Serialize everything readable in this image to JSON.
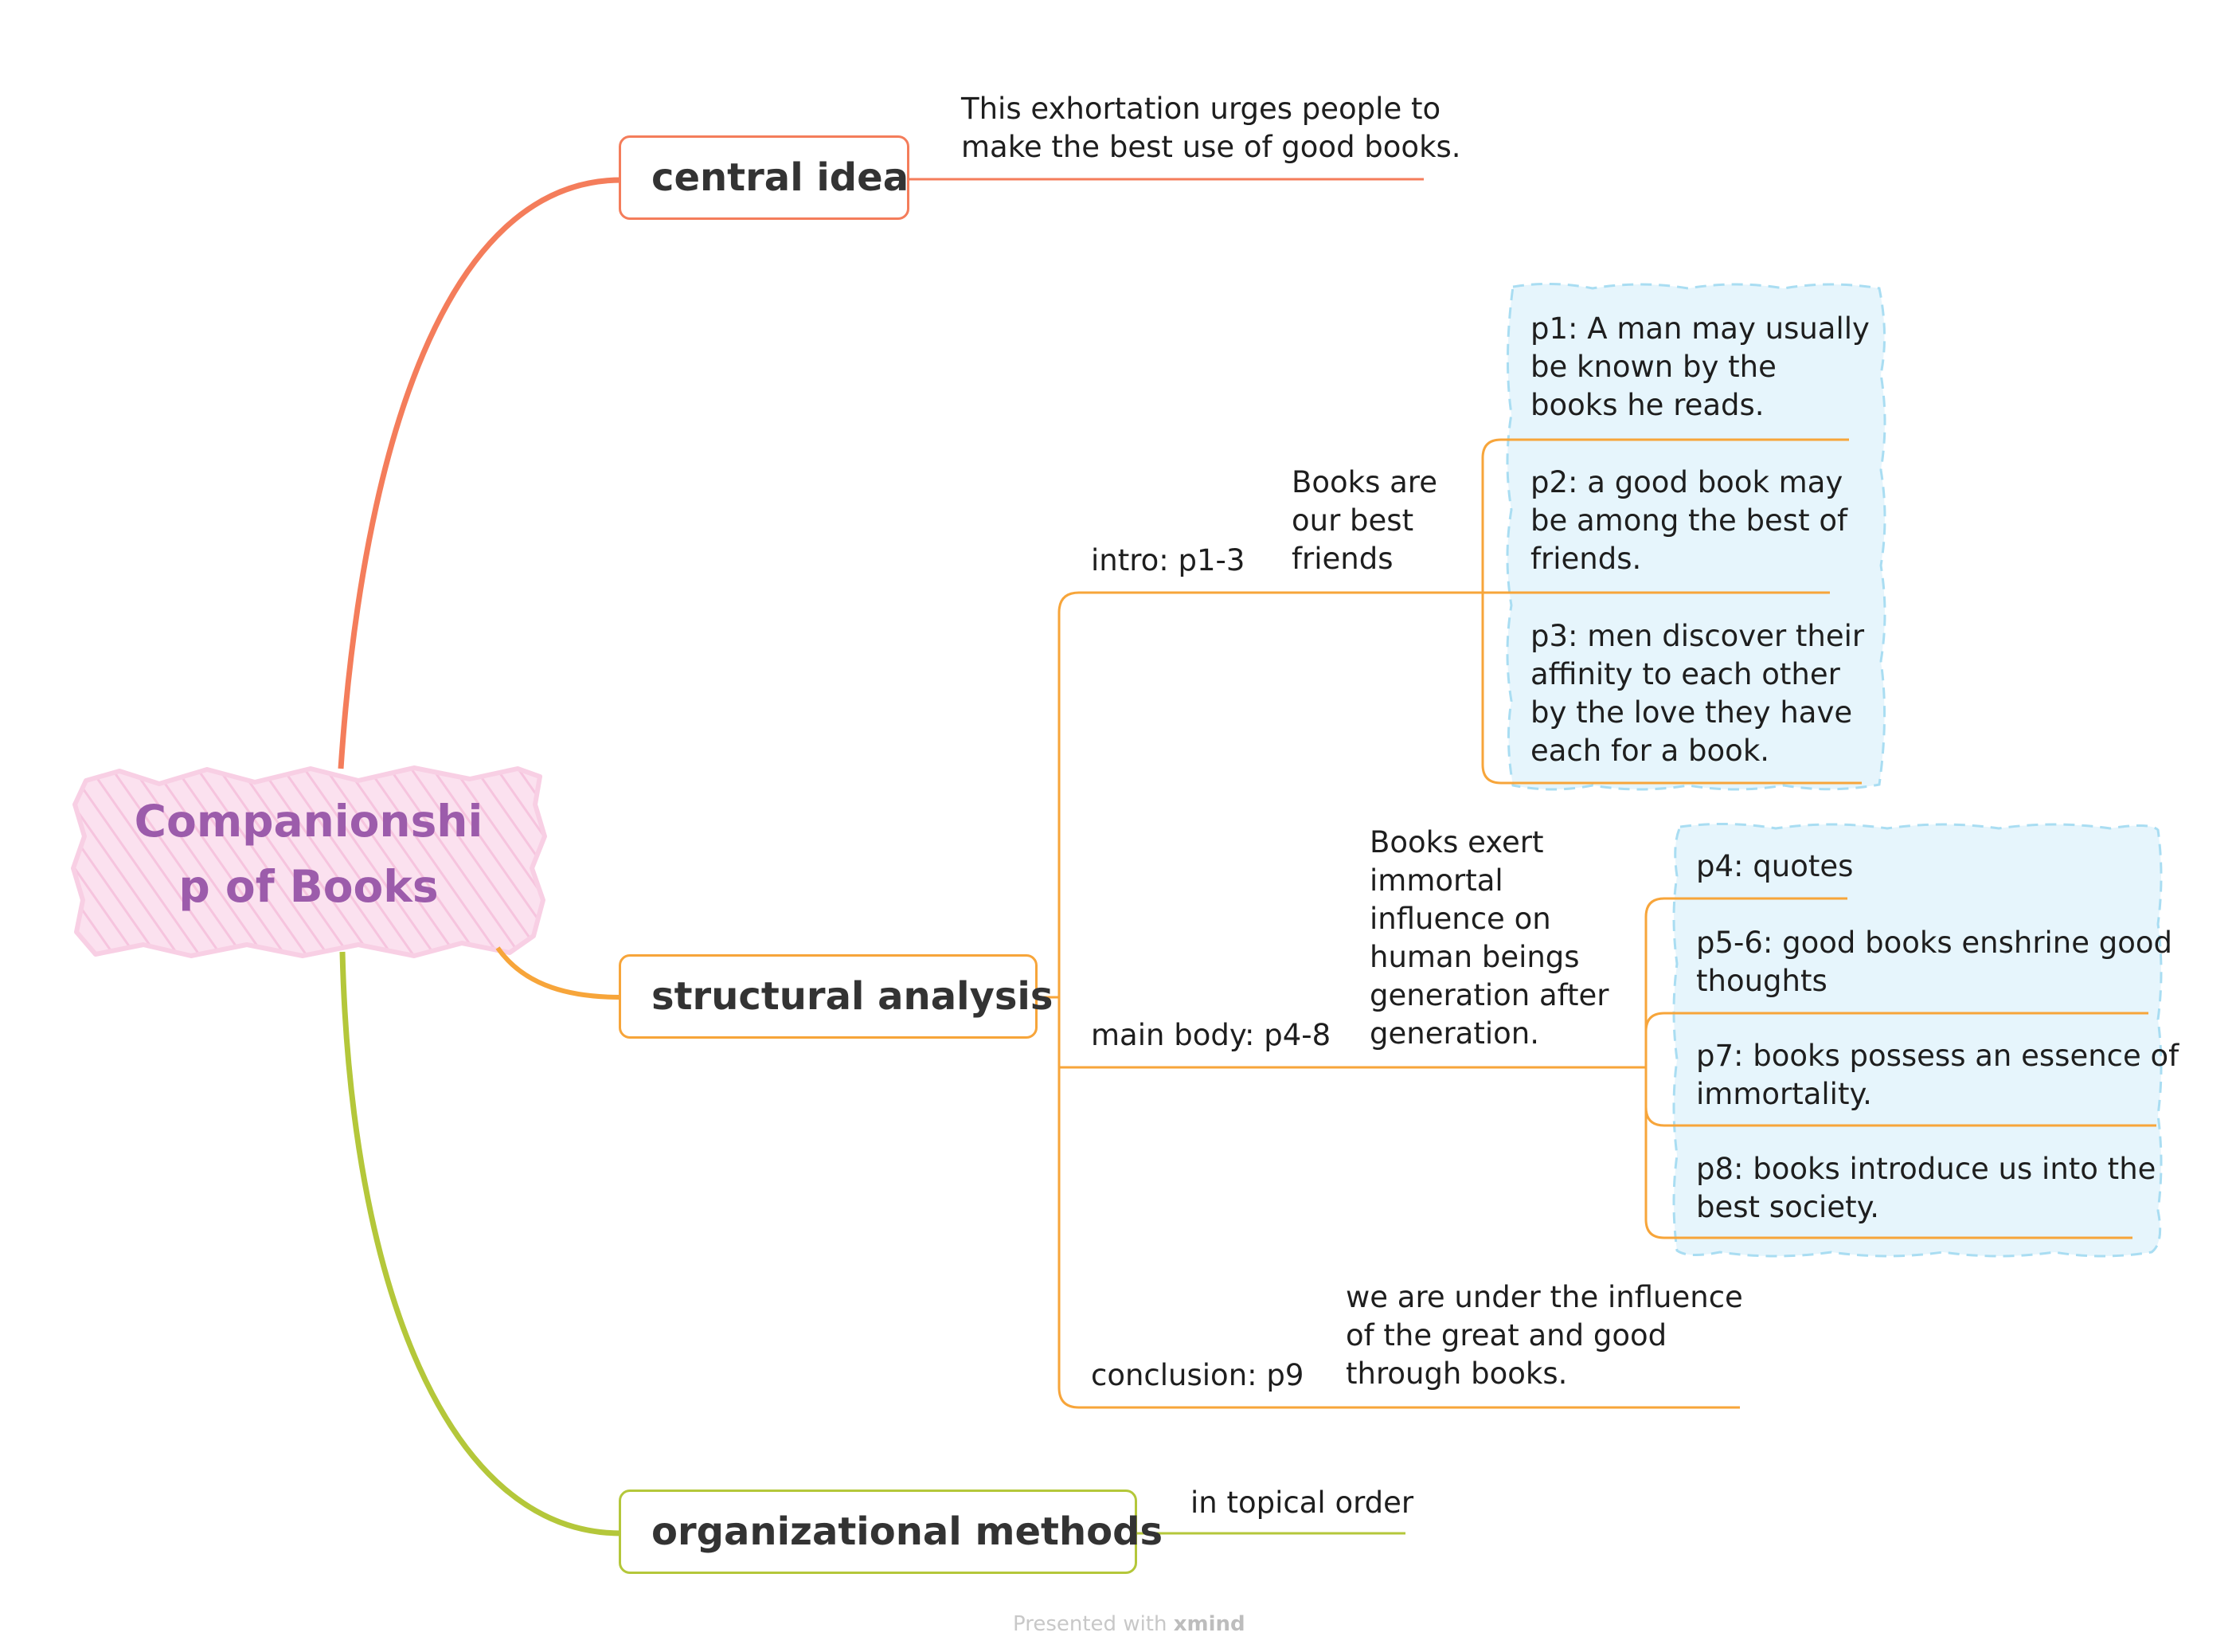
{
  "central": {
    "title": "Companionship of Books",
    "line1": "Companionshi",
    "line2": "p of Books"
  },
  "branches": {
    "central_idea": {
      "label": "central idea",
      "text_line1": "This exhortation urges people to",
      "text_line2": "make the best use of good books."
    },
    "structural_analysis": {
      "label": "structural analysis",
      "intro": {
        "label": "intro: p1-3",
        "summary": [
          "Books are",
          "our best",
          "friends"
        ],
        "points": [
          [
            "p1: A man may usually",
            "be known by the",
            "books he reads."
          ],
          [
            "p2: a good book may",
            "be among the best of",
            "friends."
          ],
          [
            "p3: men discover their",
            "affinity to each other",
            "by the love they have",
            "each for a book."
          ]
        ]
      },
      "main_body": {
        "label": "main body: p4-8",
        "summary": [
          "Books exert",
          "immortal",
          "influence on",
          "human beings",
          "generation after",
          "generation."
        ],
        "points": [
          [
            "p4: quotes"
          ],
          [
            "p5-6: good books enshrine good",
            "thoughts"
          ],
          [
            "p7: books possess an essence of",
            "immortality."
          ],
          [
            "p8: books introduce us into the",
            "best society."
          ]
        ]
      },
      "conclusion": {
        "label": "conclusion: p9",
        "summary": [
          "we are under the influence",
          "of the great and good",
          "through books."
        ]
      }
    },
    "organizational_methods": {
      "label": "organizational methods",
      "text": "in topical order"
    }
  },
  "footer": {
    "prefix": "Presented with",
    "brand": "xmind"
  },
  "colors": {
    "central_idea": "#f47d5b",
    "structural_analysis": "#f7a53a",
    "organizational_methods": "#b4c73a",
    "central_fill": "#fbe1ef",
    "central_text": "#9c5cab",
    "note_fill": "#e6f5fc",
    "note_border": "#a9ddf2"
  }
}
